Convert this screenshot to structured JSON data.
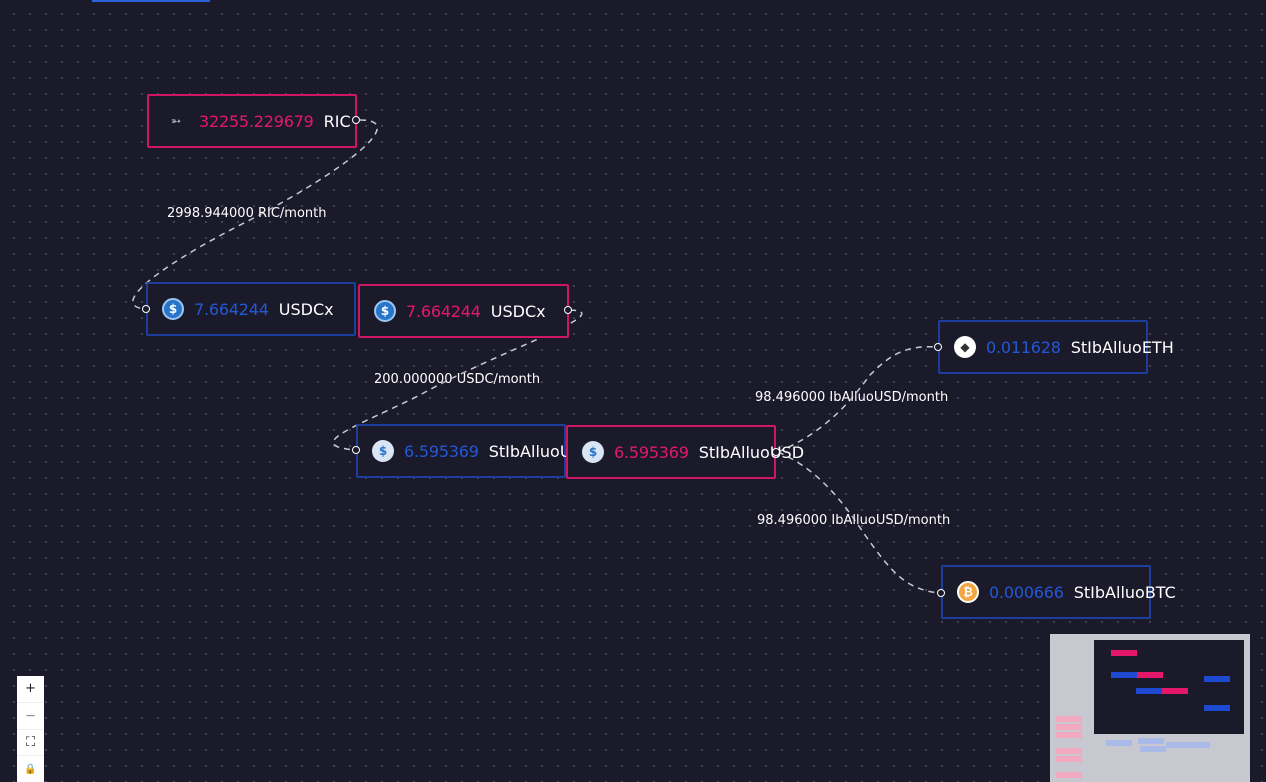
{
  "nodes": {
    "ric_sender": {
      "amount": "32255.229679",
      "token": "RIC",
      "icon": "ric-rocket-icon"
    },
    "usdcx_receiver": {
      "amount": "7.664244",
      "token": "USDCx",
      "icon": "usdc-icon"
    },
    "usdcx_sender": {
      "amount": "7.664244",
      "token": "USDCx",
      "icon": "usdc-icon"
    },
    "stibusd_receiver": {
      "amount": "6.595369",
      "token": "StIbAlluoUSD",
      "icon": "stib-usd-icon"
    },
    "stibusd_sender": {
      "amount": "6.595369",
      "token": "StIbAlluoUSD",
      "icon": "stib-usd-icon"
    },
    "stibeth_receiver": {
      "amount": "0.011628",
      "token": "StIbAlluoETH",
      "icon": "eth-icon"
    },
    "stibbtc_receiver": {
      "amount": "0.000666",
      "token": "StIbAlluoBTC",
      "icon": "btc-icon"
    }
  },
  "edges": {
    "ric_to_usdcx": "2998.944000 RIC/month",
    "usdcx_to_stibusd": "200.000000 USDC/month",
    "stibusd_to_eth": "98.496000 IbAlluoUSD/month",
    "stibusd_to_btc": "98.496000 IbAlluoUSD/month"
  },
  "controls": {
    "zoom_in": "+",
    "zoom_out": "—",
    "fit_view": "⛶",
    "lock": "🔒"
  },
  "colors": {
    "background": "#1b1a2b",
    "sender_border": "#d01565",
    "receiver_border": "#1d3e9c",
    "sender_amount": "#e4186a",
    "receiver_amount": "#2358d6"
  }
}
